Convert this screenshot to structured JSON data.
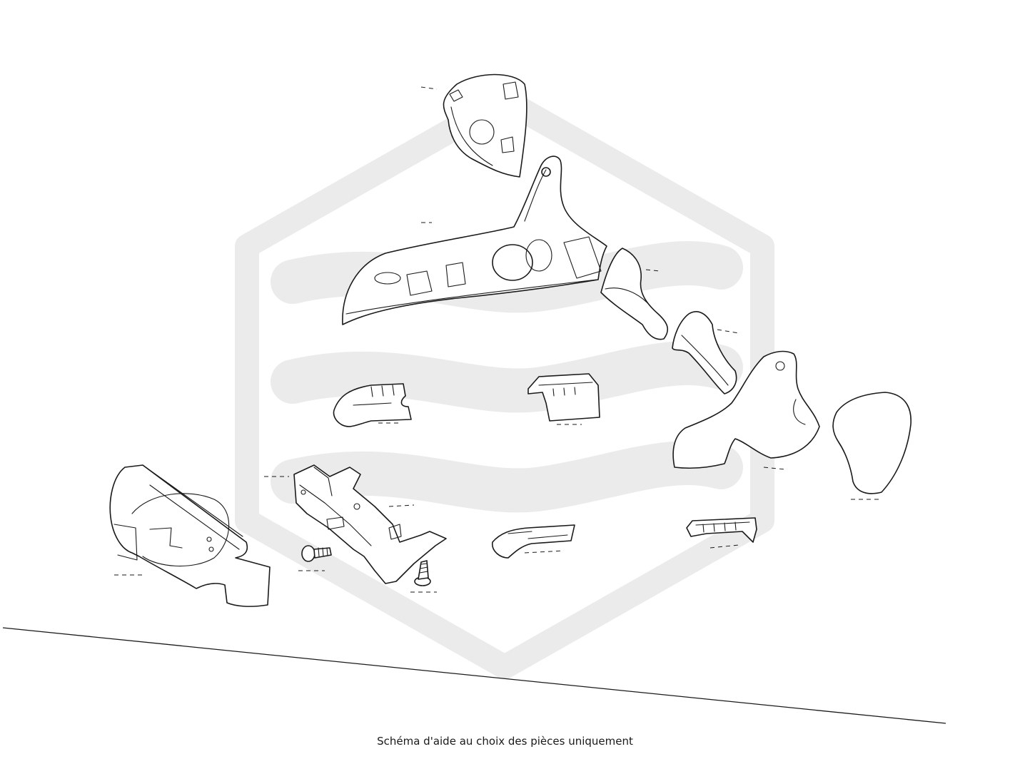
{
  "caption": "Schéma d'aide au choix des pièces uniquement",
  "colors": {
    "line": "#1a1a1a",
    "watermark": "#ebebeb",
    "background": "#ffffff"
  },
  "parts": [
    "cap-top",
    "upper-cover",
    "column-shroud",
    "arm-bracket",
    "side-panel",
    "end-cap",
    "clip-left",
    "clip-middle",
    "clip-small",
    "connector-right",
    "lower-housing",
    "metal-bracket",
    "screw-1",
    "screw-2"
  ]
}
